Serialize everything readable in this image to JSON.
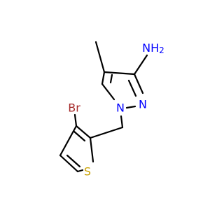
{
  "atoms": {
    "amine": {
      "text": "NH",
      "subscript": "2",
      "color": "#0000ff"
    },
    "pyrazole_n2": {
      "text": "N",
      "color": "#0000ff"
    },
    "pyrazole_n1": {
      "text": "N",
      "color": "#0000ff"
    },
    "bromine": {
      "text": "Br",
      "color": "#a52a2a"
    },
    "sulfur": {
      "text": "S",
      "color": "#c8a000"
    }
  }
}
